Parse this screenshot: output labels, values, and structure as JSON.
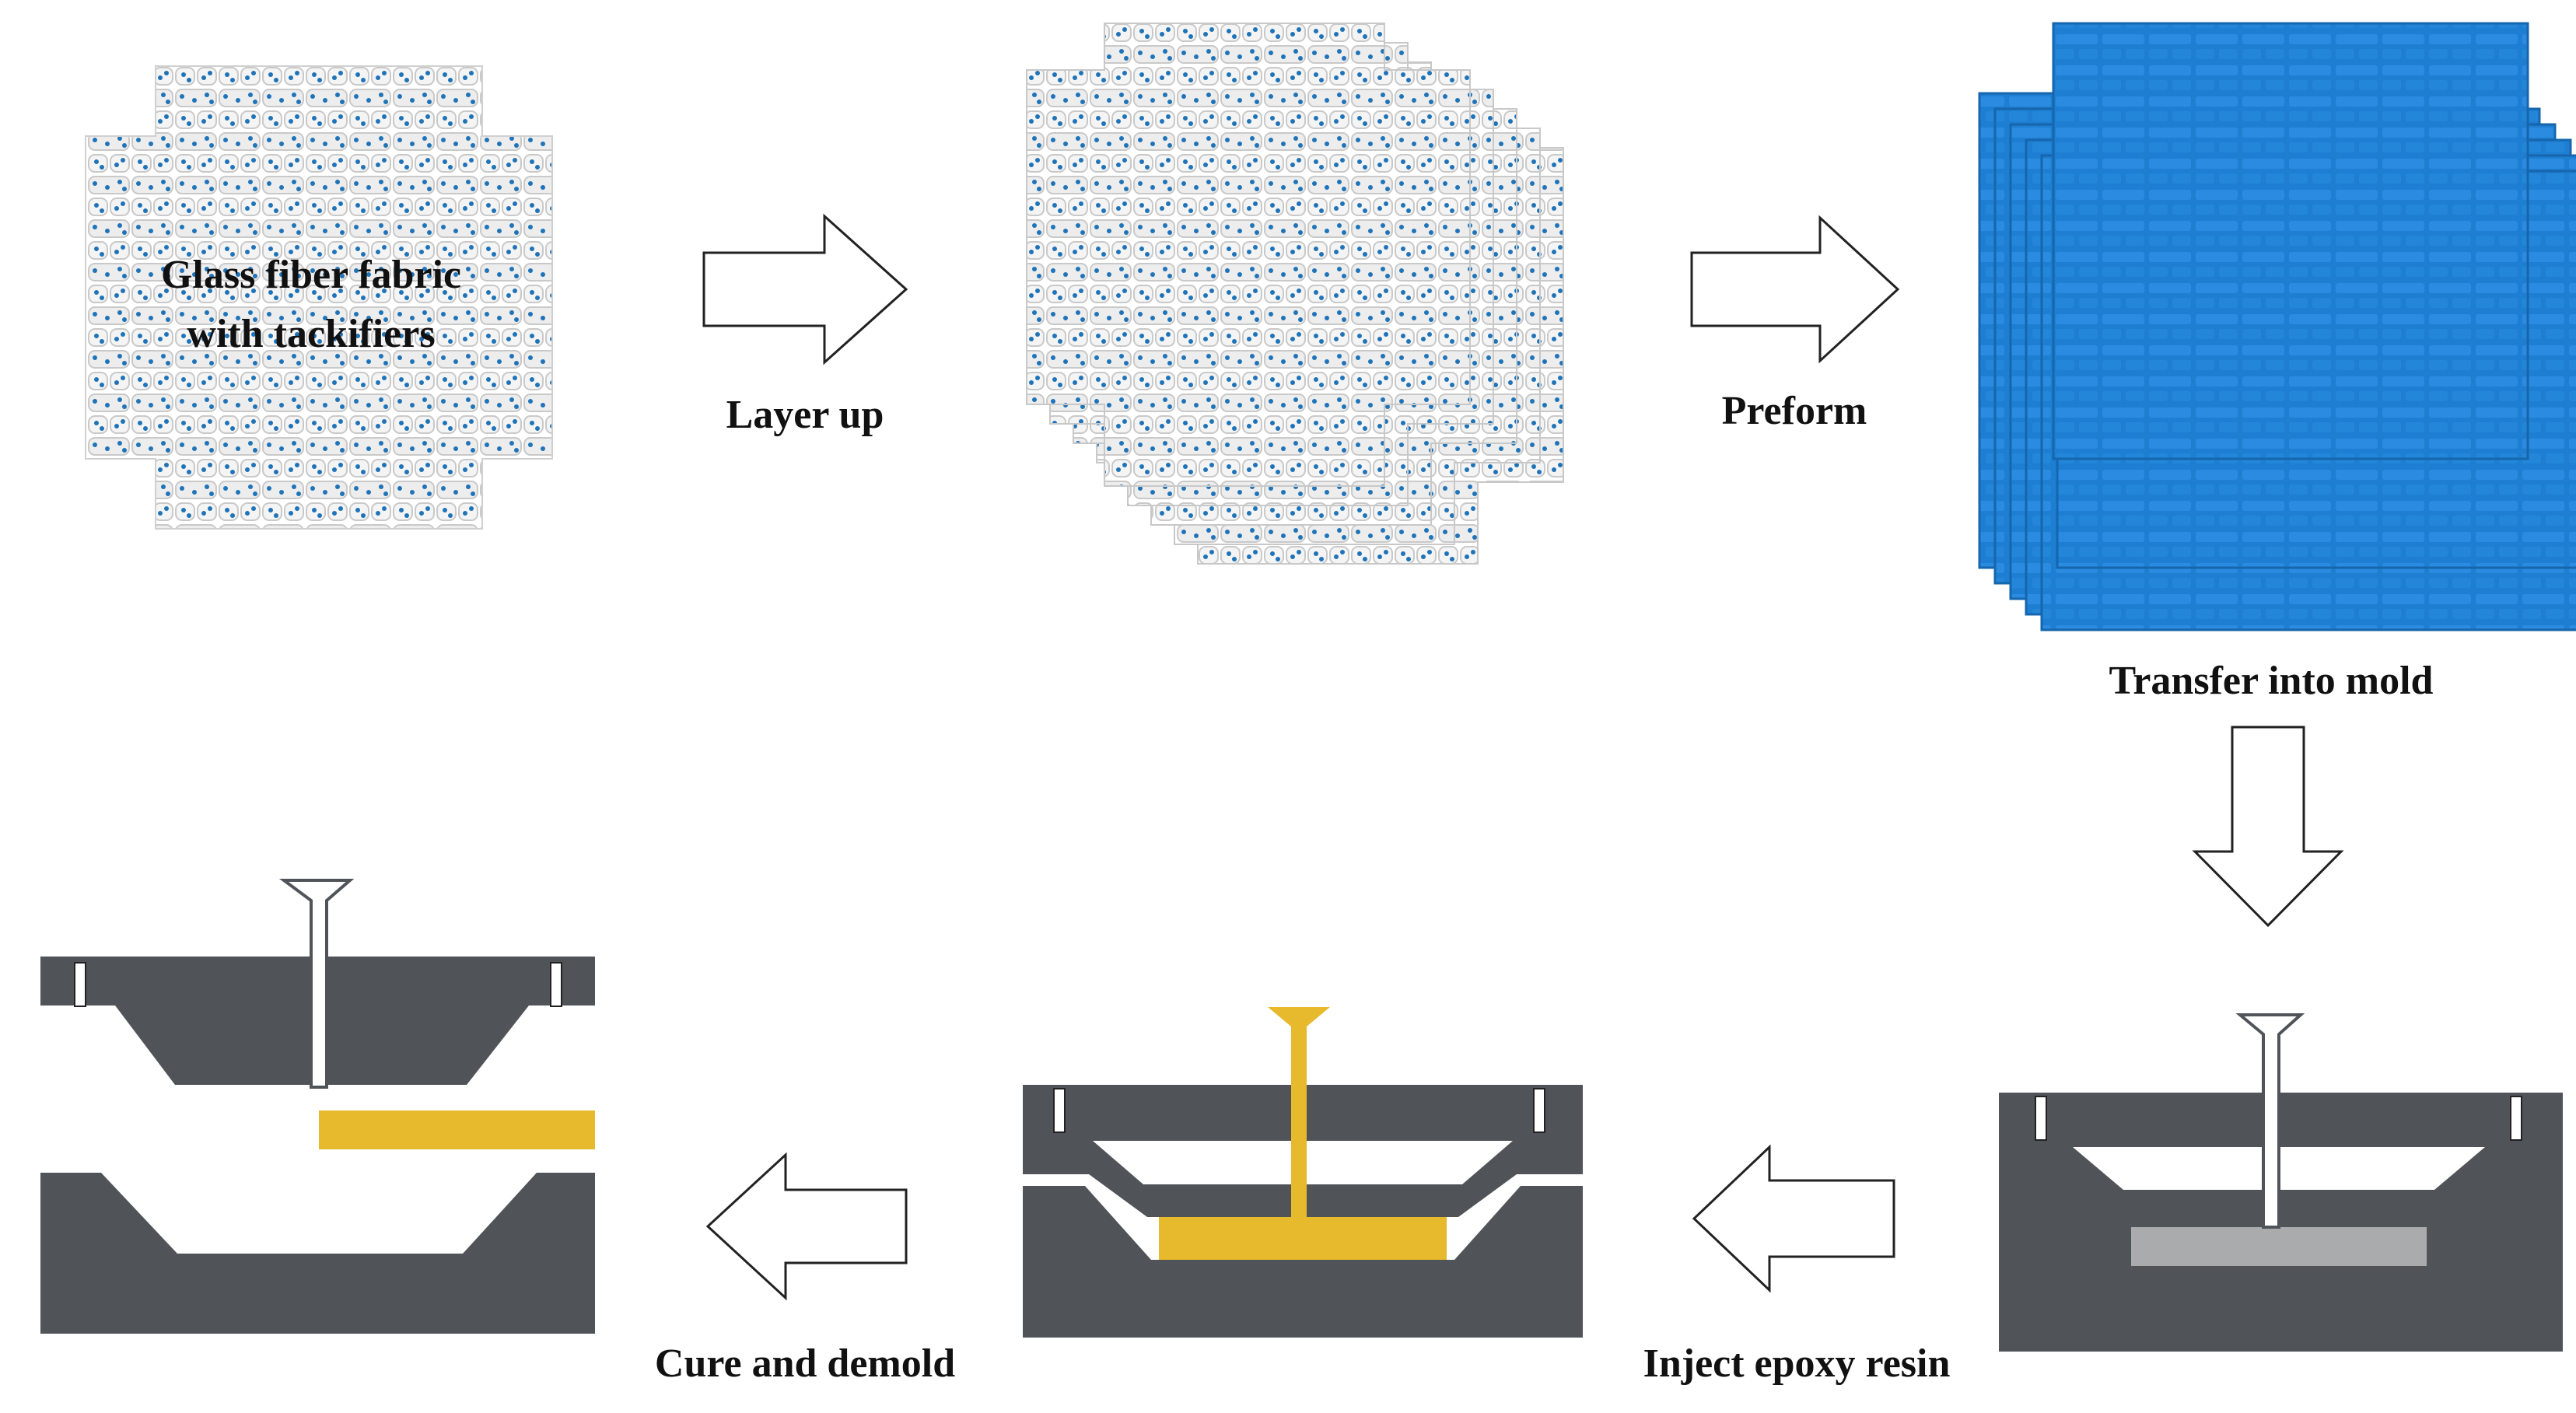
{
  "labels": {
    "fabric_line1": "Glass fiber fabric",
    "fabric_line2": "with tackifiers",
    "layer_up": "Layer up",
    "preform": "Preform",
    "transfer": "Transfer into mold",
    "inject": "Inject epoxy resin",
    "cure": "Cure and demold"
  },
  "colors": {
    "mold": "#505459",
    "resin": "#e7b92d",
    "preform_gray": "#a9abac",
    "preform_blue": "#1e7fd2",
    "tackifier_dots": "#1f73b8",
    "fiber": "#f2f2f2"
  },
  "icons": {
    "step_arrow": "hollow-block-arrow"
  }
}
